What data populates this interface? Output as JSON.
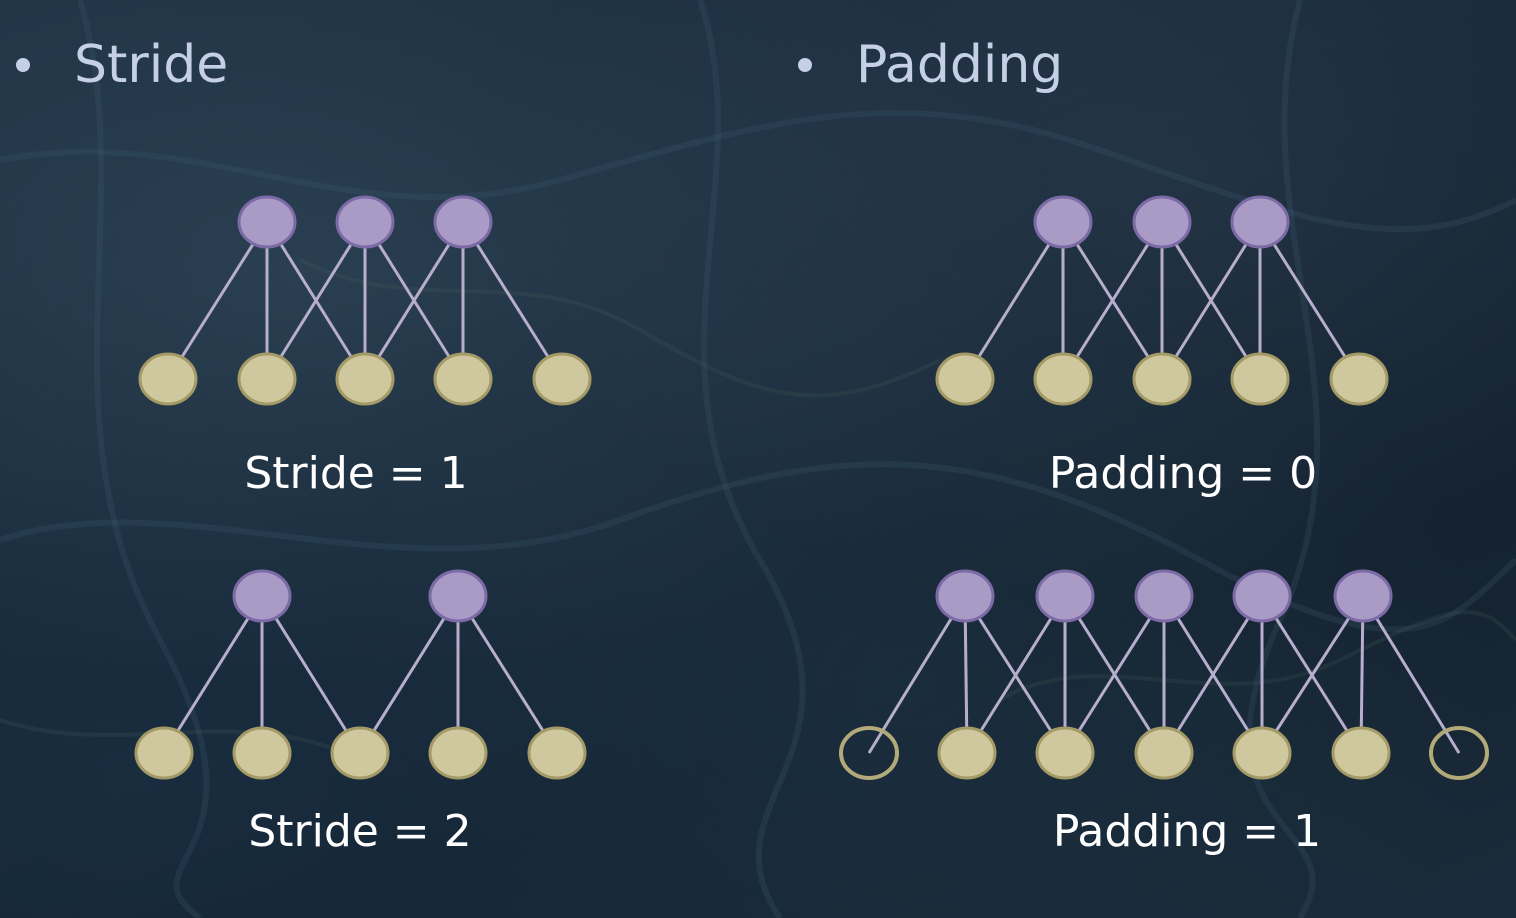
{
  "headings": {
    "stride": "Stride",
    "padding": "Padding"
  },
  "captions": {
    "stride_1": "Stride = 1",
    "stride_2": "Stride = 2",
    "padding_0": "Padding = 0",
    "padding_1": "Padding = 1"
  },
  "colors": {
    "output_node_fill": "#a99bc6",
    "output_node_stroke": "#7c6aa6",
    "input_node_fill": "#cfc89e",
    "input_node_stroke": "#a49a66",
    "pad_node_stroke": "#b2aa78",
    "edge": "#b7aece",
    "heading_text": "#c5d0e6",
    "caption_text": "#ffffff"
  },
  "diagrams": [
    {
      "id": "stride-1",
      "inputs": 5,
      "padded_inputs": [],
      "outputs": 3,
      "connections": [
        [
          0,
          0
        ],
        [
          0,
          1
        ],
        [
          0,
          2
        ],
        [
          1,
          1
        ],
        [
          1,
          2
        ],
        [
          1,
          3
        ],
        [
          2,
          2
        ],
        [
          2,
          3
        ],
        [
          2,
          4
        ]
      ]
    },
    {
      "id": "stride-2",
      "inputs": 5,
      "padded_inputs": [],
      "outputs": 2,
      "connections": [
        [
          0,
          0
        ],
        [
          0,
          1
        ],
        [
          0,
          2
        ],
        [
          1,
          2
        ],
        [
          1,
          3
        ],
        [
          1,
          4
        ]
      ]
    },
    {
      "id": "padding-0",
      "inputs": 5,
      "padded_inputs": [],
      "outputs": 3,
      "connections": [
        [
          0,
          0
        ],
        [
          0,
          1
        ],
        [
          0,
          2
        ],
        [
          1,
          1
        ],
        [
          1,
          2
        ],
        [
          1,
          3
        ],
        [
          2,
          2
        ],
        [
          2,
          3
        ],
        [
          2,
          4
        ]
      ]
    },
    {
      "id": "padding-1",
      "inputs": 7,
      "padded_inputs": [
        0,
        6
      ],
      "outputs": 5,
      "connections": [
        [
          0,
          0
        ],
        [
          0,
          1
        ],
        [
          0,
          2
        ],
        [
          1,
          1
        ],
        [
          1,
          2
        ],
        [
          1,
          3
        ],
        [
          2,
          2
        ],
        [
          2,
          3
        ],
        [
          2,
          4
        ],
        [
          3,
          3
        ],
        [
          3,
          4
        ],
        [
          3,
          5
        ],
        [
          4,
          4
        ],
        [
          4,
          5
        ],
        [
          4,
          6
        ]
      ]
    }
  ]
}
